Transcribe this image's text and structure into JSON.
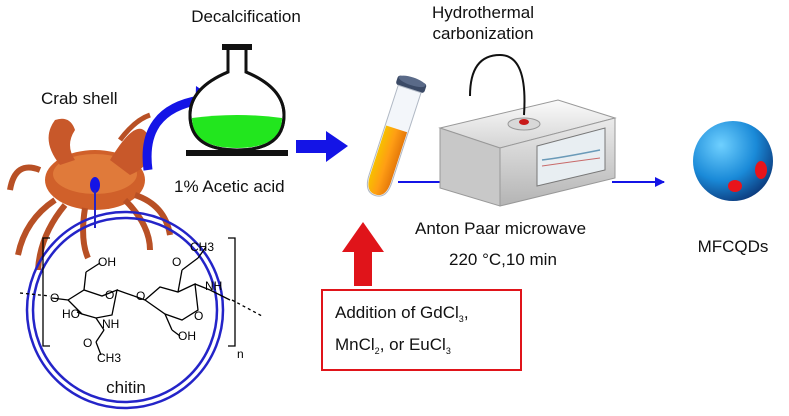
{
  "labels": {
    "decalcification": "Decalcification",
    "hydrothermal_line1": "Hydrothermal",
    "hydrothermal_line2": "carbonization",
    "crab_shell": "Crab shell",
    "acetic_acid": "1% Acetic acid",
    "anton_paar": "Anton Paar microwave",
    "conditions": "220 °C,10 min",
    "product": "MFCQDs",
    "chitin": "chitin",
    "repeat_n": "n"
  },
  "addition_box": {
    "line1_prefix": "Addition of GdCl",
    "line1_sub": "3",
    "line1_suffix": ",",
    "line2_part1": "MnCl",
    "line2_sub1": "2",
    "line2_part2": ", or EuCl",
    "line2_sub2": "3"
  },
  "chitin_structure_labels": {
    "ch3_top": "CH3",
    "nh_right": "NH",
    "oh_top": "OH",
    "o_left": "O",
    "ho_left": "HO",
    "o_ring_left": "O",
    "o_bridge": "O",
    "o_ring_right": "O",
    "o_carbonyl_top": "O",
    "nh_bottom": "NH",
    "o_carbonyl_bottom": "O",
    "ch3_bottom": "CH3",
    "oh_bottom": "OH"
  },
  "colors": {
    "blue_arrow": "#1414e6",
    "red_arrow": "#e0141a",
    "acid_green": "#22e61e",
    "circle_blue": "#2424c8",
    "qd_blue": "#1a8ad8",
    "qd_red": "#e8141a",
    "tube_orange": "#f59a10"
  }
}
